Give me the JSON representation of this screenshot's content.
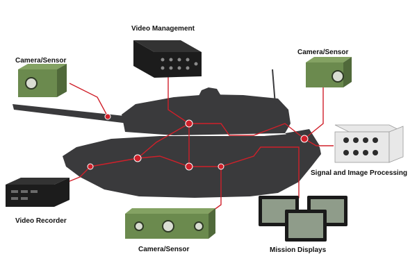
{
  "labels": {
    "video_management": "Video Management",
    "camera_sensor_left": "Camera/Sensor",
    "camera_sensor_right": "Camera/Sensor",
    "signal_processing": "Signal and Image Processing",
    "video_recorder": "Video Recorder",
    "camera_sensor_bottom": "Camera/Sensor",
    "mission_displays": "Mission Displays"
  },
  "colors": {
    "tank": "#3a3a3c",
    "connector": "#d0202a",
    "sensor_green": "#6b8a4e",
    "device_black": "#1c1c1c",
    "processor_white": "#e8e8e8",
    "background": "#ffffff"
  },
  "components": [
    {
      "name": "video-management-unit",
      "type": "black-box"
    },
    {
      "name": "camera-sensor-left",
      "type": "green-sensor"
    },
    {
      "name": "camera-sensor-right",
      "type": "green-sensor"
    },
    {
      "name": "signal-image-processor",
      "type": "white-chassis"
    },
    {
      "name": "video-recorder",
      "type": "black-box"
    },
    {
      "name": "camera-sensor-bottom",
      "type": "green-sensor"
    },
    {
      "name": "mission-displays",
      "type": "monitors"
    }
  ]
}
